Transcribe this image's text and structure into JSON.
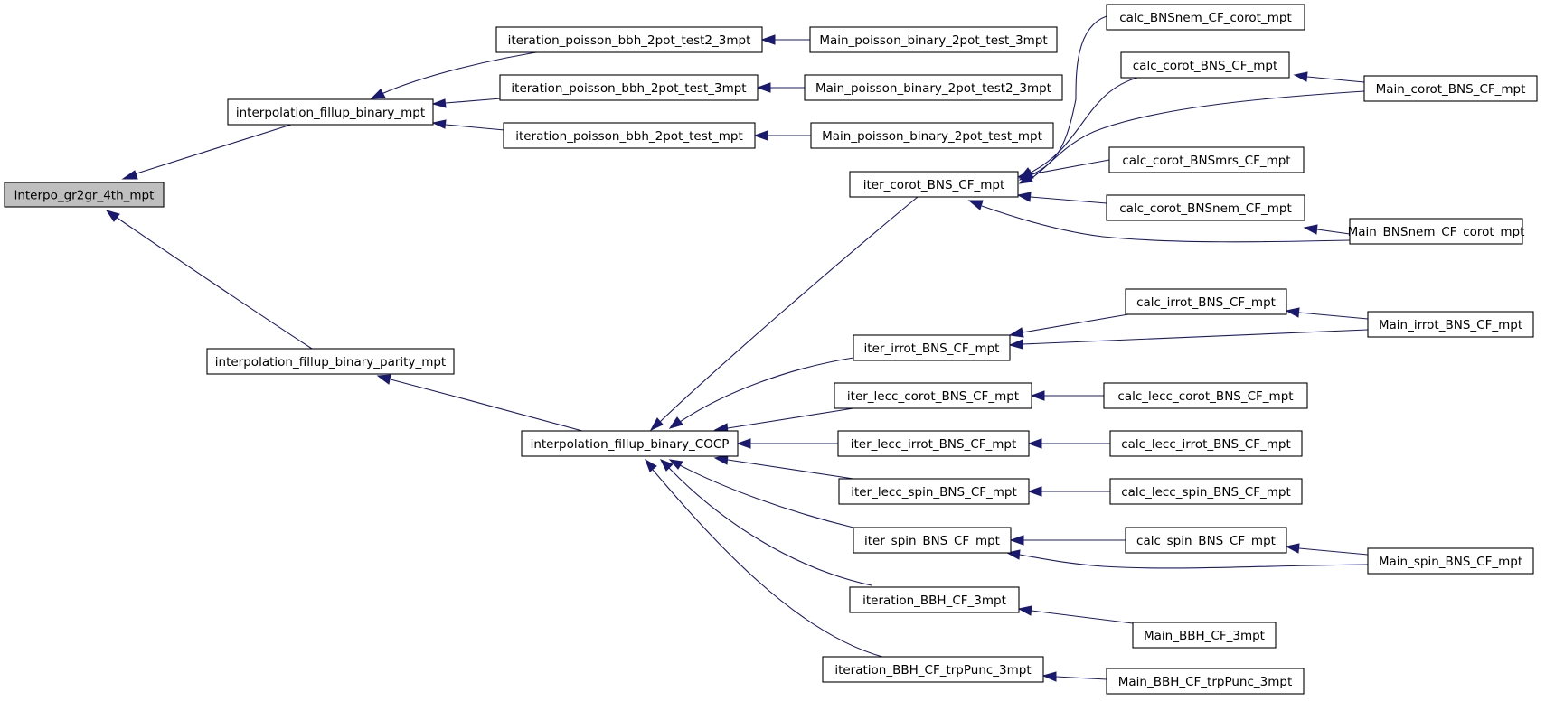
{
  "colors": {
    "edge": "#191970",
    "node_fill": "#ffffff",
    "root_fill": "#bfbfbf",
    "border": "#000000",
    "text": "#000000"
  },
  "graph": {
    "nodes": [
      {
        "id": "n0",
        "label": "interpo_gr2gr_4th_mpt",
        "root": true
      },
      {
        "id": "n1",
        "label": "interpolation_fillup_binary_mpt"
      },
      {
        "id": "n2",
        "label": "interpolation_fillup_binary_parity_mpt"
      },
      {
        "id": "n3",
        "label": "iteration_poisson_bbh_2pot_test2_3mpt"
      },
      {
        "id": "n4",
        "label": "iteration_poisson_bbh_2pot_test_3mpt"
      },
      {
        "id": "n5",
        "label": "iteration_poisson_bbh_2pot_test_mpt"
      },
      {
        "id": "n6",
        "label": "Main_poisson_binary_2pot_test_3mpt"
      },
      {
        "id": "n7",
        "label": "Main_poisson_binary_2pot_test2_3mpt"
      },
      {
        "id": "n8",
        "label": "Main_poisson_binary_2pot_test_mpt"
      },
      {
        "id": "n9",
        "label": "interpolation_fillup_binary_COCP"
      },
      {
        "id": "n10",
        "label": "iter_corot_BNS_CF_mpt"
      },
      {
        "id": "n11",
        "label": "iter_irrot_BNS_CF_mpt"
      },
      {
        "id": "n12",
        "label": "iter_lecc_corot_BNS_CF_mpt"
      },
      {
        "id": "n13",
        "label": "iter_lecc_irrot_BNS_CF_mpt"
      },
      {
        "id": "n14",
        "label": "iter_lecc_spin_BNS_CF_mpt"
      },
      {
        "id": "n15",
        "label": "iter_spin_BNS_CF_mpt"
      },
      {
        "id": "n16",
        "label": "iteration_BBH_CF_3mpt"
      },
      {
        "id": "n17",
        "label": "iteration_BBH_CF_trpPunc_3mpt"
      },
      {
        "id": "n18",
        "label": "calc_BNSnem_CF_corot_mpt"
      },
      {
        "id": "n19",
        "label": "calc_corot_BNS_CF_mpt"
      },
      {
        "id": "n20",
        "label": "calc_corot_BNSmrs_CF_mpt"
      },
      {
        "id": "n21",
        "label": "calc_corot_BNSnem_CF_mpt"
      },
      {
        "id": "n22",
        "label": "calc_irrot_BNS_CF_mpt"
      },
      {
        "id": "n23",
        "label": "calc_lecc_corot_BNS_CF_mpt"
      },
      {
        "id": "n24",
        "label": "calc_lecc_irrot_BNS_CF_mpt"
      },
      {
        "id": "n25",
        "label": "calc_lecc_spin_BNS_CF_mpt"
      },
      {
        "id": "n26",
        "label": "calc_spin_BNS_CF_mpt"
      },
      {
        "id": "n27",
        "label": "Main_BBH_CF_3mpt"
      },
      {
        "id": "n28",
        "label": "Main_BBH_CF_trpPunc_3mpt"
      },
      {
        "id": "n29",
        "label": "Main_corot_BNS_CF_mpt"
      },
      {
        "id": "n30",
        "label": "Main_BNSnem_CF_corot_mpt"
      },
      {
        "id": "n31",
        "label": "Main_irrot_BNS_CF_mpt"
      },
      {
        "id": "n32",
        "label": "Main_spin_BNS_CF_mpt"
      }
    ]
  }
}
